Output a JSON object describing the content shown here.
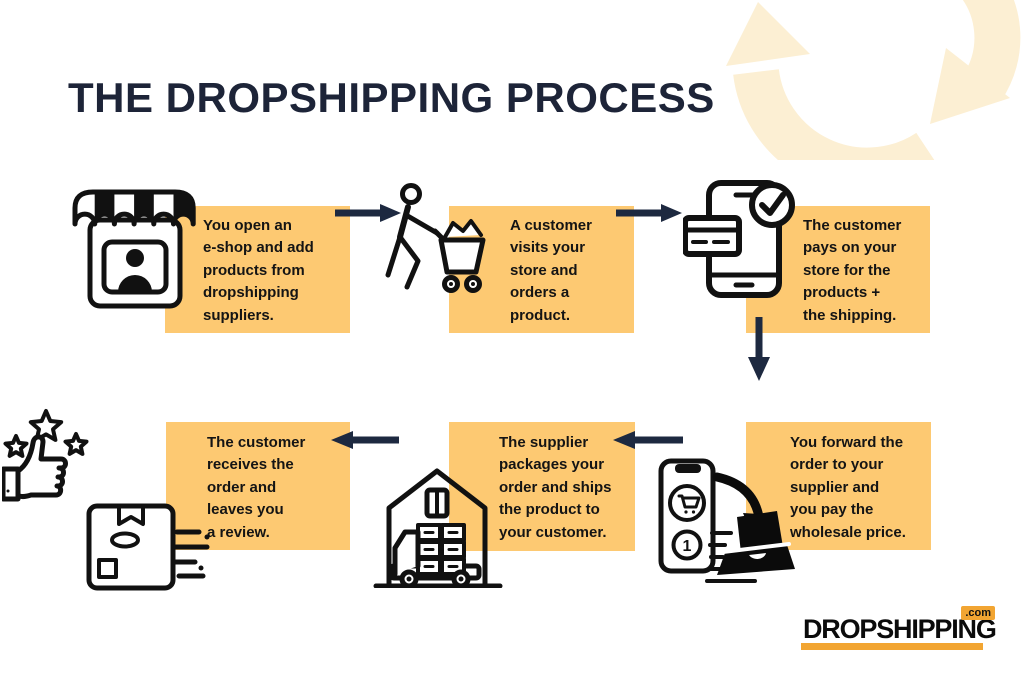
{
  "title": "THE DROPSHIPPING PROCESS",
  "colors": {
    "box_orange": "#FDC972",
    "arrow_navy": "#1D2940",
    "deco_pale": "#FCEFD3",
    "logo_orange": "#F2A532",
    "title_navy": "#1D2438",
    "icon_black": "#111111"
  },
  "steps": [
    {
      "icon": "storefront-icon",
      "text": "You open an\ne-shop and add\nproducts from\ndropshipping\nsuppliers."
    },
    {
      "icon": "customer-cart-icon",
      "text": "A customer\nvisits your\nstore and\norders a\nproduct."
    },
    {
      "icon": "phone-payment-icon",
      "text": "The customer\npays on your\nstore for the\nproducts +\nthe shipping."
    },
    {
      "icon": "forward-order-icon",
      "badge": "1",
      "text": "You forward the\norder to your\nsupplier and\nyou pay the\nwholesale price."
    },
    {
      "icon": "warehouse-truck-icon",
      "text": "The supplier\npackages your\norder and ships\nthe product to\nyour customer."
    },
    {
      "icon": "thumbs-up-review-icon",
      "text": "The customer\nreceives the\norder and\nleaves you\na review."
    }
  ],
  "logo": {
    "brand": "DROPSHIPPING",
    "tld": ".com"
  }
}
